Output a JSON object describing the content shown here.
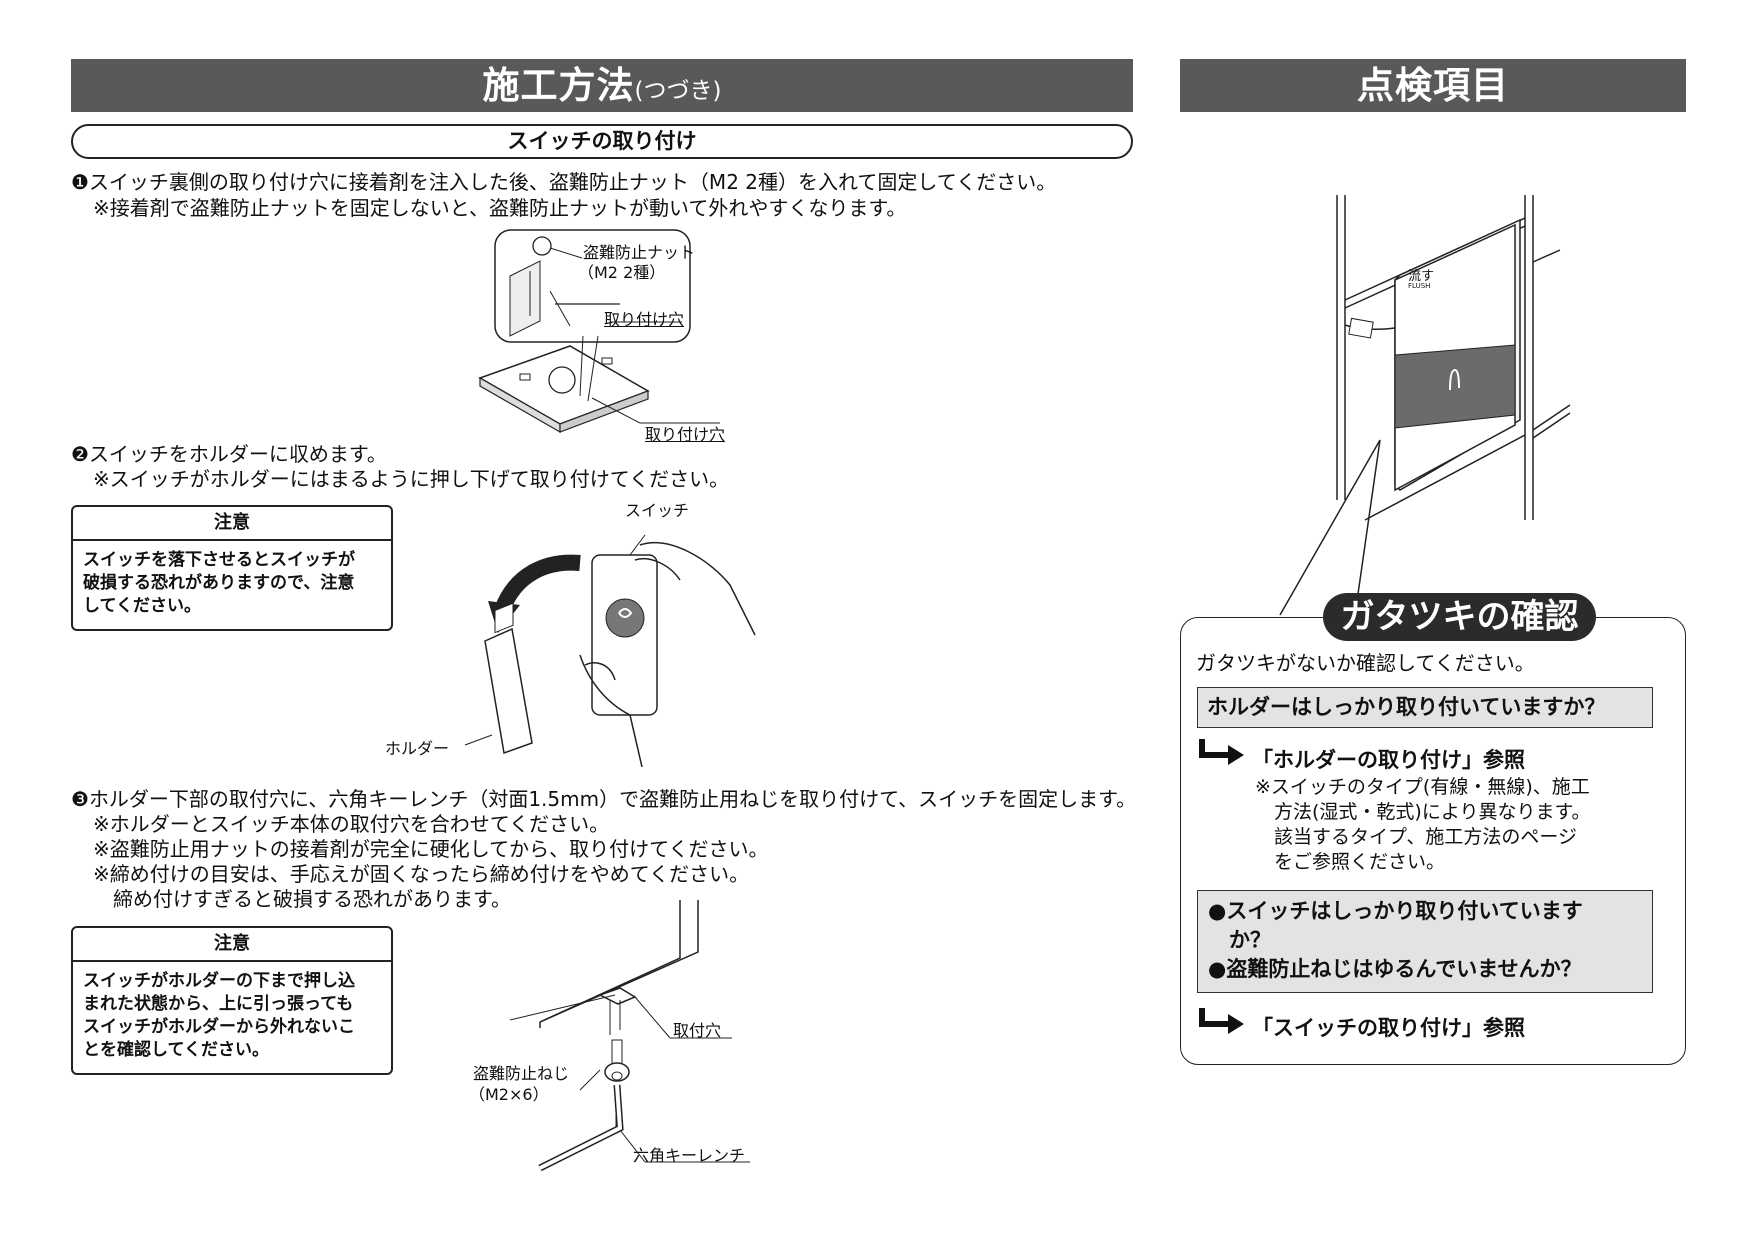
{
  "left": {
    "title_main": "施工方法",
    "title_sub": "(つづき)",
    "subheading": "スイッチの取り付け",
    "step1": {
      "marker": "❶",
      "text": "スイッチ裏側の取り付け穴に接着剤を注入した後、盗難防止ナット（M2 2種）を入れて固定してください。",
      "note": "※接着剤で盗難防止ナットを固定しないと、盗難防止ナットが動いて外れやすくなります。",
      "labels": {
        "nut": "盗難防止ナット",
        "nut_spec": "（M2 2種）",
        "hole_upper": "取り付け穴",
        "hole_lower": "取り付け穴"
      }
    },
    "step2": {
      "marker": "❷",
      "text": "スイッチをホルダーに収めます。",
      "note": "※スイッチがホルダーにはまるように押し下げて取り付けてください。",
      "labels": {
        "switch": "スイッチ",
        "holder": "ホルダー"
      }
    },
    "caution1": {
      "title": "注意",
      "body": "スイッチを落下させるとスイッチが\n破損する恐れがありますので、注意\nしてください。"
    },
    "step3": {
      "marker": "❸",
      "text": "ホルダー下部の取付穴に、六角キーレンチ（対面1.5mm）で盗難防止用ねじを取り付けて、スイッチを固定します。",
      "notes": [
        "※ホルダーとスイッチ本体の取付穴を合わせてください。",
        "※盗難防止用ナットの接着剤が完全に硬化してから、取り付けてください。",
        "※締め付けの目安は、手応えが固くなったら締め付けをやめてください。",
        "　締め付けすぎると破損する恐れがあります。"
      ],
      "labels": {
        "hole": "取付穴",
        "screw": "盗難防止ねじ",
        "screw_spec": "（M2×6）",
        "wrench": "六角キーレンチ"
      }
    },
    "caution2": {
      "title": "注意",
      "body": "スイッチがホルダーの下まで押し込\nまれた状態から、上に引っ張っても\nスイッチがホルダーから外れないこ\nとを確認してください。"
    }
  },
  "right": {
    "title": "点検項目",
    "device": {
      "label": "流す",
      "label_en": "FLUSH"
    },
    "check_title": "ガタツキの確認",
    "intro": "ガタツキがないか確認してください。",
    "question1": "ホルダーはしっかり取り付いていますか？",
    "ref1": "「ホルダーの取り付け」参照",
    "ref1_note": "※スイッチのタイプ(有線・無線)、施工\n　方法(湿式・乾式)により異なります。\n　該当するタイプ、施工方法のページ\n　をご参照ください。",
    "question2": "●スイッチはしっかり取り付いています\n　か？\n●盗難防止ねじはゆるんでいませんか？",
    "ref2": "「スイッチの取り付け」参照"
  }
}
